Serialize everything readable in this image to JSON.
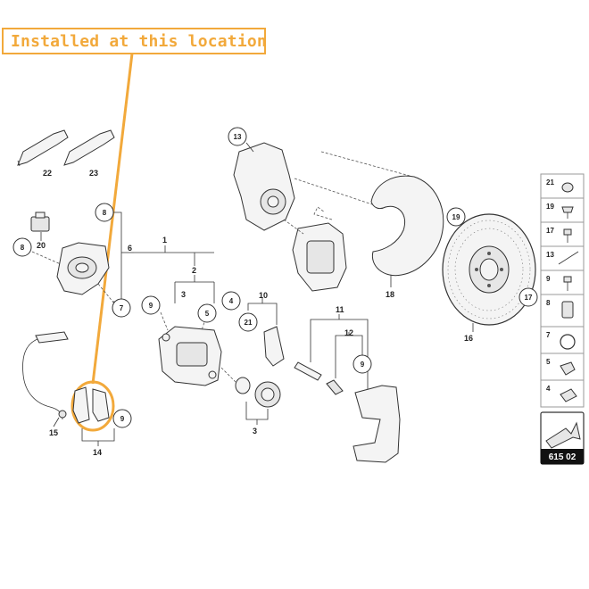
{
  "callout": {
    "text": "Installed at this location",
    "color": "#f2a93b"
  },
  "circled_labels": [
    "13",
    "19",
    "8",
    "8",
    "17",
    "21",
    "9",
    "4",
    "5",
    "7",
    "9",
    "9"
  ],
  "plain_labels": [
    "22",
    "23",
    "20",
    "6",
    "1",
    "2",
    "3",
    "10",
    "11",
    "12",
    "18",
    "16",
    "15",
    "14",
    "3"
  ],
  "legend": [
    "21",
    "19",
    "17",
    "13",
    "9",
    "8",
    "7",
    "5",
    "4"
  ],
  "reference": "615 02"
}
